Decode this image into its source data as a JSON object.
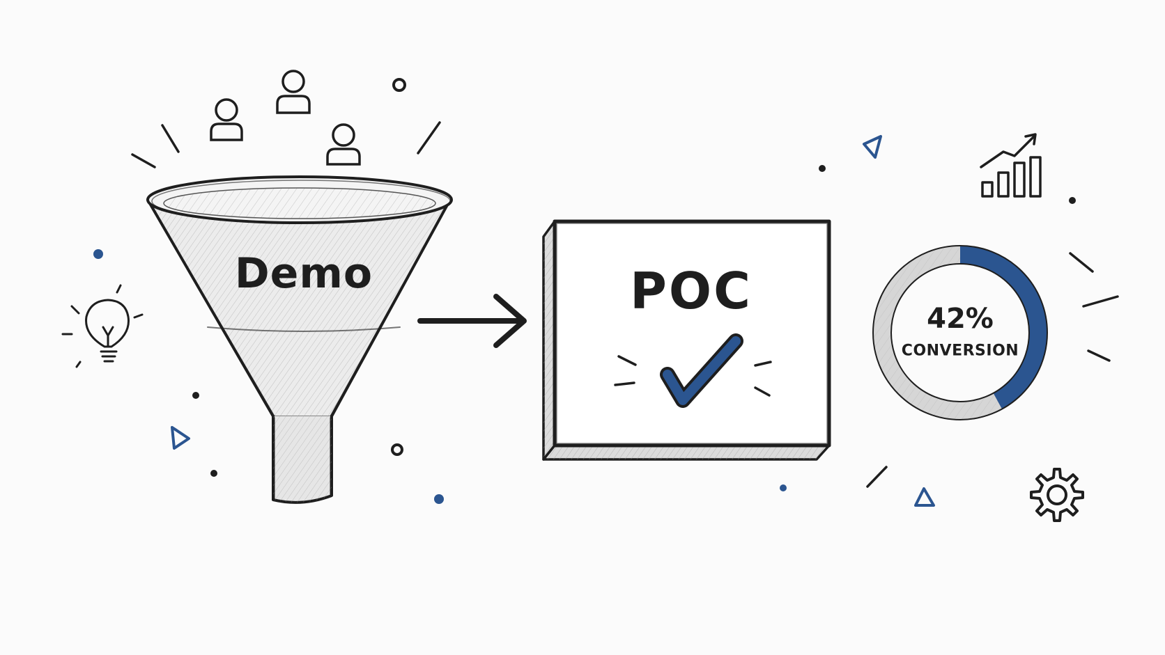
{
  "diagram": {
    "funnel": {
      "label": "Demo"
    },
    "poc_box": {
      "label": "POC",
      "status": "check-icon"
    },
    "conversion": {
      "percent_text": "42%",
      "caption": "CONVERSION",
      "fraction": 0.42
    },
    "icons": [
      "user-icon",
      "lightbulb-icon",
      "bar-chart-up-icon",
      "gear-icon",
      "arrow-right-icon",
      "check-icon"
    ],
    "colors": {
      "ink": "#1e1e1e",
      "accent": "#2b5590",
      "ring_base": "#d6d6d6",
      "fill": "#e9e9e9"
    }
  }
}
